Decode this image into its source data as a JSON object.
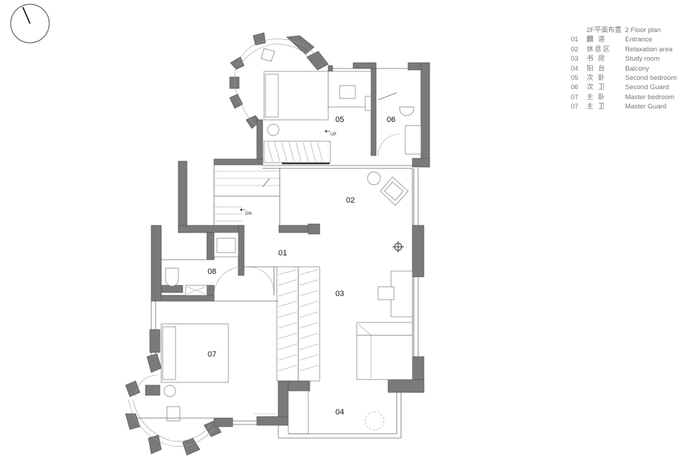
{
  "legend": {
    "title_cn": "2F平面布置图",
    "title_en": "2 Floor plan",
    "items": [
      {
        "code": "01",
        "cn": "过 道",
        "en": "Entrance"
      },
      {
        "code": "02",
        "cn": "休息区",
        "en": "Relaxation area"
      },
      {
        "code": "03",
        "cn": "书 房",
        "en": "Study room"
      },
      {
        "code": "04",
        "cn": "阳 台",
        "en": "Balcony"
      },
      {
        "code": "05",
        "cn": "次 卧",
        "en": "Second bedroom"
      },
      {
        "code": "06",
        "cn": "次 卫",
        "en": "Second Guard"
      },
      {
        "code": "07",
        "cn": "主 卧",
        "en": "Master bedroom"
      },
      {
        "code": "07",
        "cn": "主 卫",
        "en": "Master Guard"
      }
    ]
  },
  "rooms": {
    "r01": "01",
    "r02": "02",
    "r03": "03",
    "r04": "04",
    "r05": "05",
    "r06": "06",
    "r07": "07",
    "r08": "08"
  },
  "stairs": {
    "up": "UP",
    "down": "DN"
  },
  "icons": {
    "compass": "north-arrow-icon",
    "light": "ceiling-light-icon"
  }
}
